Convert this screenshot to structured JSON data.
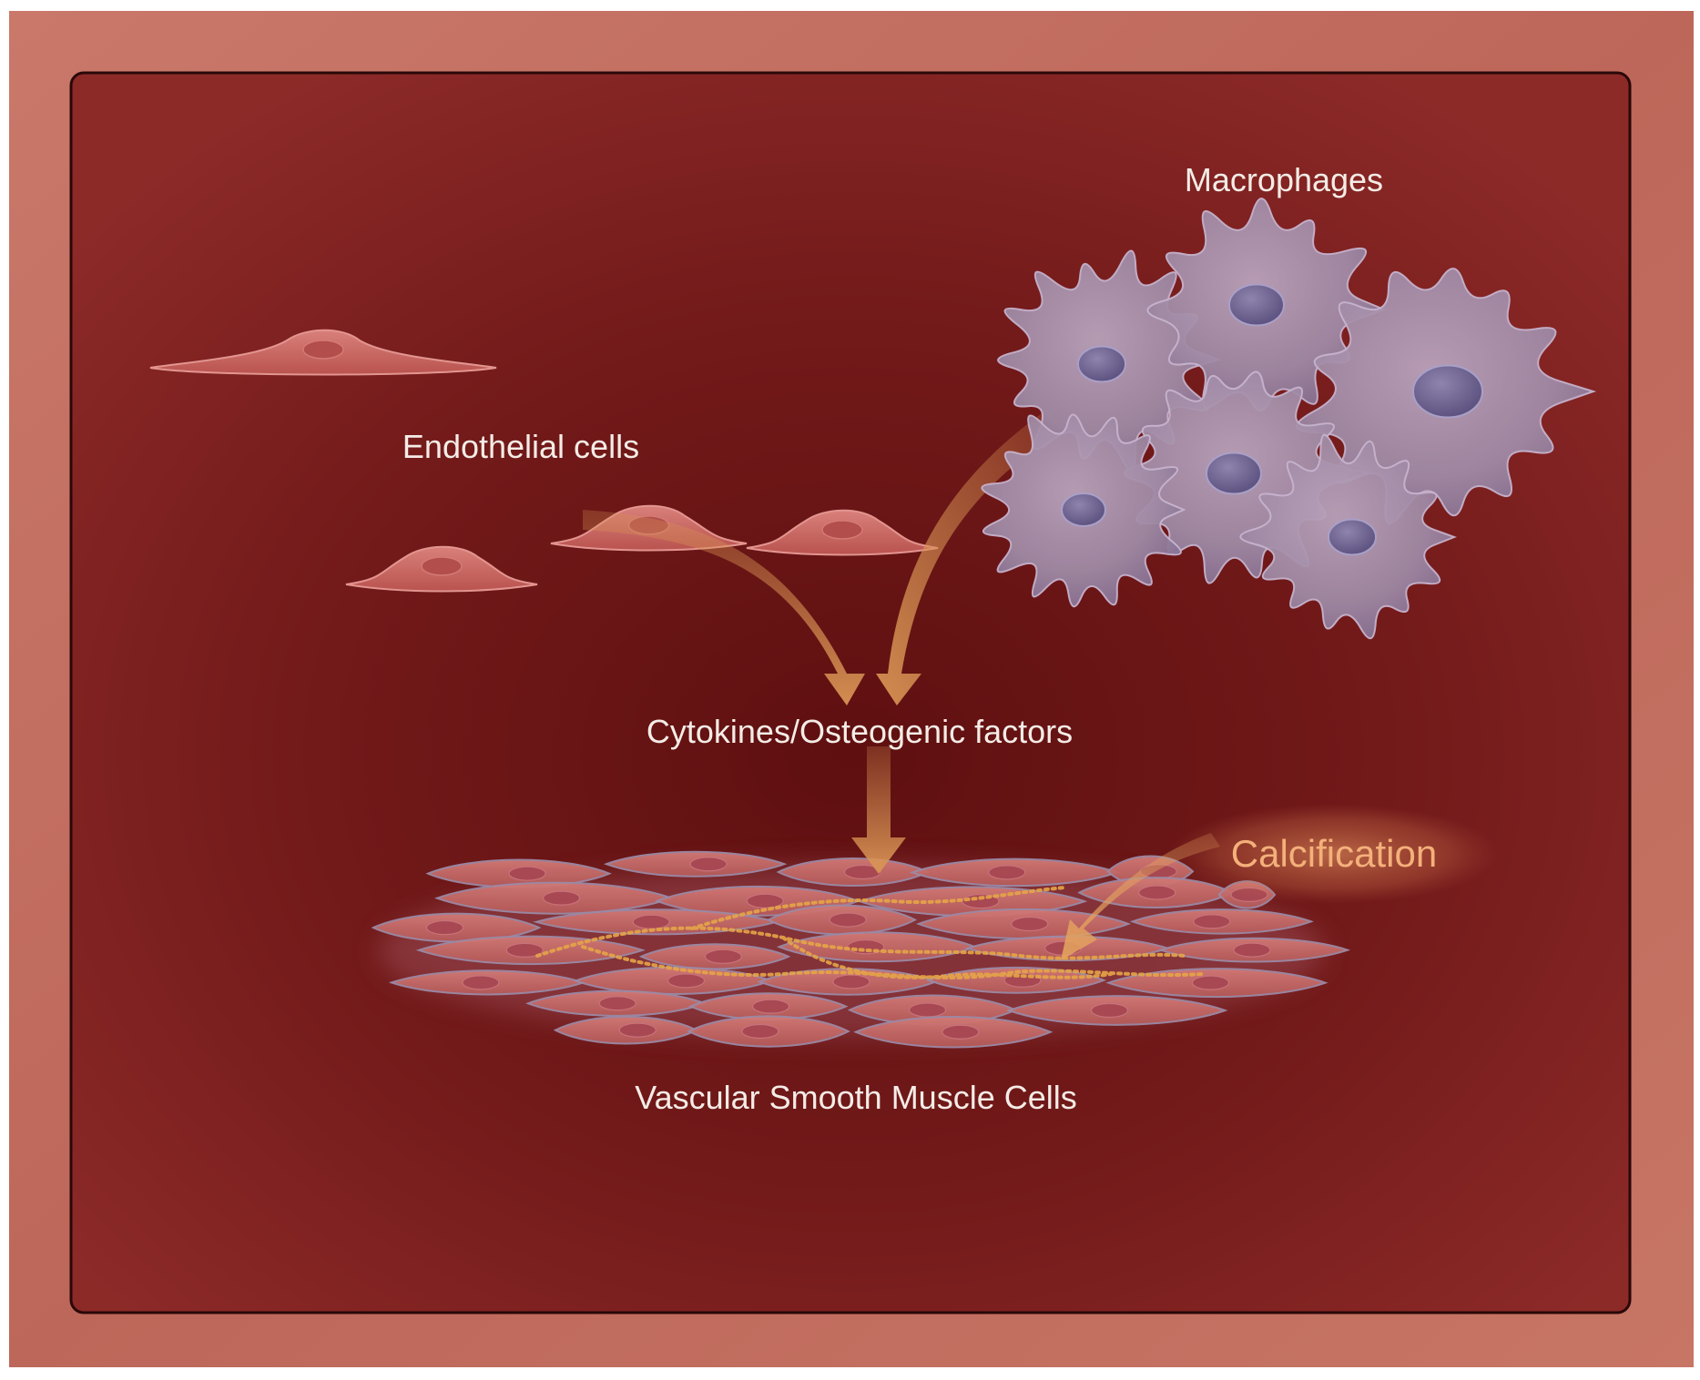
{
  "labels": {
    "macrophages": "Macrophages",
    "endothelial": "Endothelial cells",
    "cytokines": "Cytokines/Osteogenic factors",
    "calcification": "Calcification",
    "vsmc": "Vascular Smooth Muscle Cells"
  },
  "colors": {
    "outer_frame": "#c27060",
    "panel": "#7e1f1f",
    "panel_dark": "#5f0f10",
    "endothelial_cell": "#c8655e",
    "macrophage": "#a58aa6",
    "macrophage_nucleus": "#6e628f",
    "arrow": "#d48a4a",
    "vsmc": "#c56a68",
    "calcium_deposit": "#e6a548",
    "text": "#f4ece6",
    "calcification_text": "#f4b07a"
  }
}
